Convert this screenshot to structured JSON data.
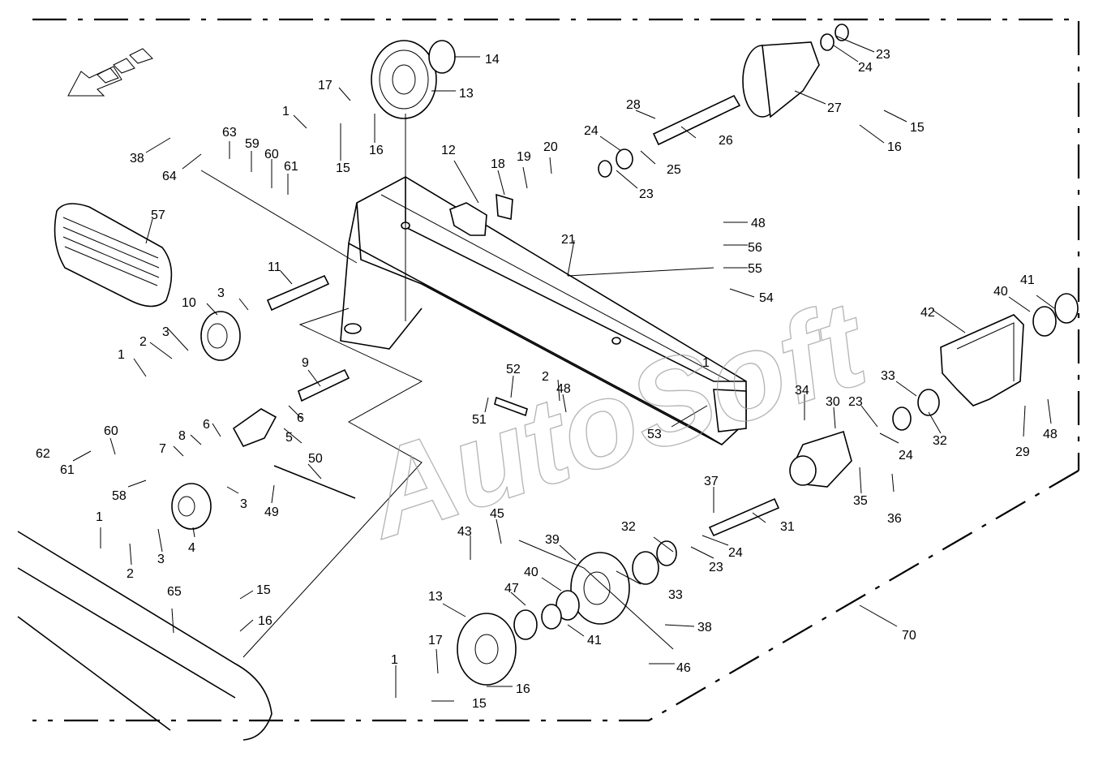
{
  "watermark": "AutoSoft",
  "callouts": [
    {
      "id": "c1",
      "text": "14"
    },
    {
      "id": "c2",
      "text": "13"
    },
    {
      "id": "c3",
      "text": "17"
    },
    {
      "id": "c4",
      "text": "1"
    },
    {
      "id": "c5",
      "text": "16"
    },
    {
      "id": "c6",
      "text": "15"
    },
    {
      "id": "c7",
      "text": "63"
    },
    {
      "id": "c8",
      "text": "59"
    },
    {
      "id": "c9",
      "text": "60"
    },
    {
      "id": "c10",
      "text": "61"
    },
    {
      "id": "c11",
      "text": "38"
    },
    {
      "id": "c12",
      "text": "64"
    },
    {
      "id": "c13",
      "text": "12"
    },
    {
      "id": "c14",
      "text": "18"
    },
    {
      "id": "c15",
      "text": "19"
    },
    {
      "id": "c16",
      "text": "20"
    },
    {
      "id": "c17",
      "text": "24"
    },
    {
      "id": "c18",
      "text": "28"
    },
    {
      "id": "c19",
      "text": "26"
    },
    {
      "id": "c20",
      "text": "25"
    },
    {
      "id": "c21",
      "text": "23"
    },
    {
      "id": "c22",
      "text": "23"
    },
    {
      "id": "c23",
      "text": "24"
    },
    {
      "id": "c24",
      "text": "27"
    },
    {
      "id": "c25",
      "text": "15"
    },
    {
      "id": "c26",
      "text": "16"
    },
    {
      "id": "c27",
      "text": "57"
    },
    {
      "id": "c28",
      "text": "11"
    },
    {
      "id": "c29",
      "text": "21"
    },
    {
      "id": "c30",
      "text": "48"
    },
    {
      "id": "c31",
      "text": "56"
    },
    {
      "id": "c32",
      "text": "55"
    },
    {
      "id": "c33",
      "text": "54"
    },
    {
      "id": "c34",
      "text": "3"
    },
    {
      "id": "c35",
      "text": "10"
    },
    {
      "id": "c36",
      "text": "3"
    },
    {
      "id": "c37",
      "text": "2"
    },
    {
      "id": "c38",
      "text": "1"
    },
    {
      "id": "c39",
      "text": "41"
    },
    {
      "id": "c40",
      "text": "40"
    },
    {
      "id": "c41",
      "text": "42"
    },
    {
      "id": "c42",
      "text": "9"
    },
    {
      "id": "c43",
      "text": "52"
    },
    {
      "id": "c44",
      "text": "2"
    },
    {
      "id": "c45",
      "text": "48"
    },
    {
      "id": "c46",
      "text": "51"
    },
    {
      "id": "c47",
      "text": "1"
    },
    {
      "id": "c48",
      "text": "53"
    },
    {
      "id": "c49",
      "text": "34"
    },
    {
      "id": "c50",
      "text": "30"
    },
    {
      "id": "c51",
      "text": "23"
    },
    {
      "id": "c52",
      "text": "33"
    },
    {
      "id": "c53",
      "text": "32"
    },
    {
      "id": "c54",
      "text": "24"
    },
    {
      "id": "c55",
      "text": "29"
    },
    {
      "id": "c56",
      "text": "48"
    },
    {
      "id": "c57",
      "text": "6"
    },
    {
      "id": "c58",
      "text": "6"
    },
    {
      "id": "c59",
      "text": "5"
    },
    {
      "id": "c60",
      "text": "8"
    },
    {
      "id": "c61",
      "text": "7"
    },
    {
      "id": "c62",
      "text": "60"
    },
    {
      "id": "c63",
      "text": "62"
    },
    {
      "id": "c64",
      "text": "61"
    },
    {
      "id": "c65",
      "text": "58"
    },
    {
      "id": "c66",
      "text": "50"
    },
    {
      "id": "c67",
      "text": "49"
    },
    {
      "id": "c68",
      "text": "3"
    },
    {
      "id": "c69",
      "text": "4"
    },
    {
      "id": "c70",
      "text": "1"
    },
    {
      "id": "c71",
      "text": "2"
    },
    {
      "id": "c72",
      "text": "3"
    },
    {
      "id": "c73",
      "text": "37"
    },
    {
      "id": "c74",
      "text": "35"
    },
    {
      "id": "c75",
      "text": "36"
    },
    {
      "id": "c76",
      "text": "31"
    },
    {
      "id": "c77",
      "text": "32"
    },
    {
      "id": "c78",
      "text": "24"
    },
    {
      "id": "c79",
      "text": "23"
    },
    {
      "id": "c80",
      "text": "33"
    },
    {
      "id": "c81",
      "text": "45"
    },
    {
      "id": "c82",
      "text": "43"
    },
    {
      "id": "c83",
      "text": "39"
    },
    {
      "id": "c84",
      "text": "40"
    },
    {
      "id": "c85",
      "text": "47"
    },
    {
      "id": "c86",
      "text": "41"
    },
    {
      "id": "c87",
      "text": "13"
    },
    {
      "id": "c88",
      "text": "38"
    },
    {
      "id": "c89",
      "text": "17"
    },
    {
      "id": "c90",
      "text": "16"
    },
    {
      "id": "c91",
      "text": "1"
    },
    {
      "id": "c92",
      "text": "15"
    },
    {
      "id": "c93",
      "text": "46"
    },
    {
      "id": "c94",
      "text": "65"
    },
    {
      "id": "c95",
      "text": "15"
    },
    {
      "id": "c96",
      "text": "16"
    },
    {
      "id": "c97",
      "text": "70"
    }
  ]
}
